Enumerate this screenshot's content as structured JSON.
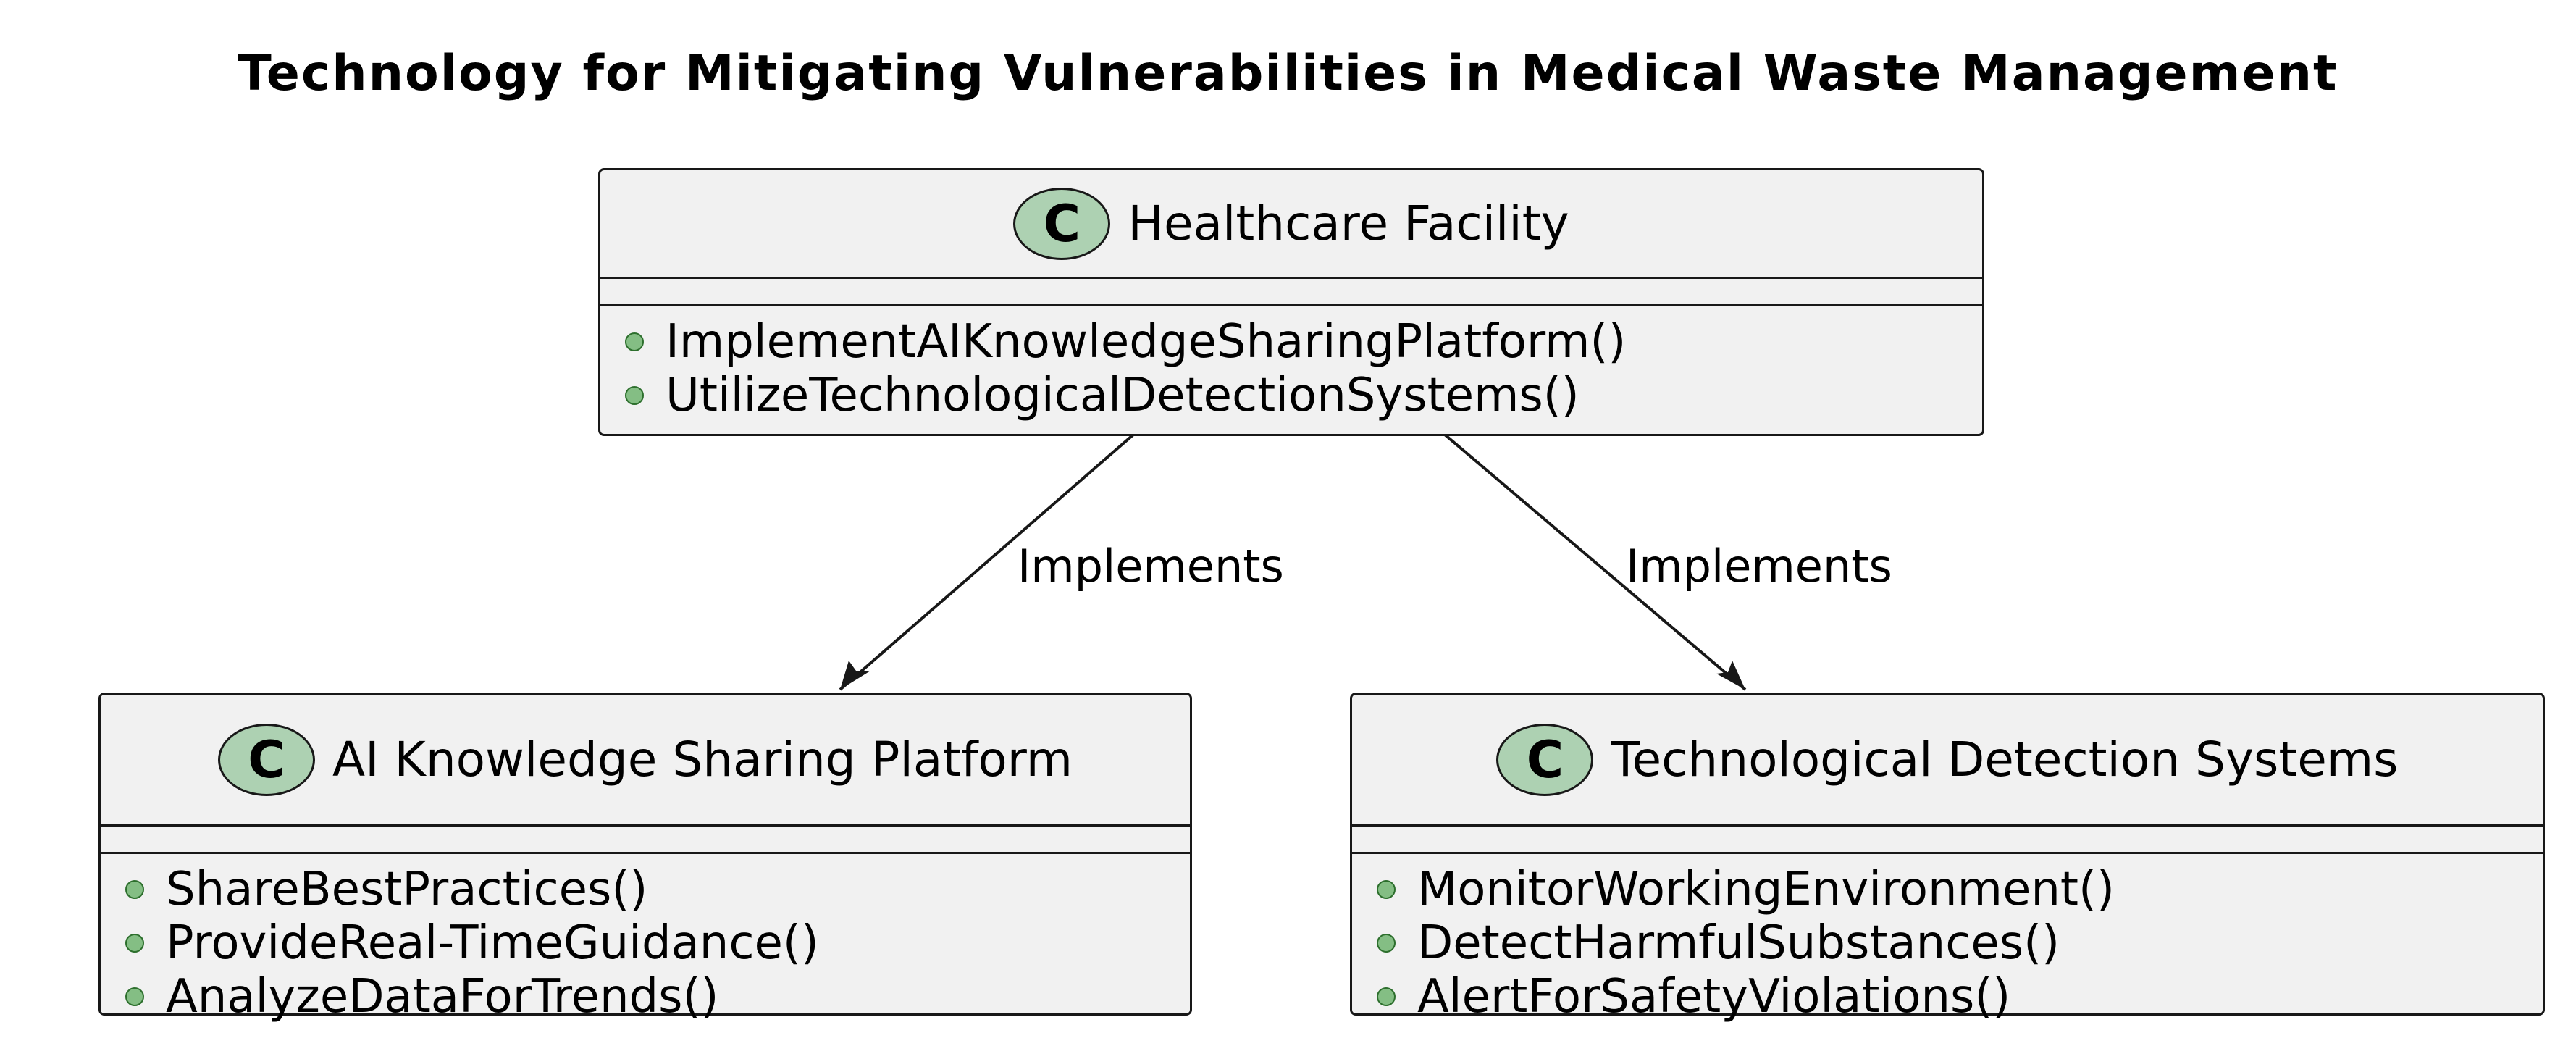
{
  "title": "Technology for Mitigating Vulnerabilities in Medical Waste Management",
  "classes": {
    "healthcare": {
      "stereotype_letter": "C",
      "name": "Healthcare Facility",
      "methods": [
        "ImplementAIKnowledgeSharingPlatform()",
        "UtilizeTechnologicalDetectionSystems()"
      ]
    },
    "ai_platform": {
      "stereotype_letter": "C",
      "name": "AI Knowledge Sharing Platform",
      "methods": [
        "ShareBestPractices()",
        "ProvideReal-TimeGuidance()",
        "AnalyzeDataForTrends()"
      ]
    },
    "detection": {
      "stereotype_letter": "C",
      "name": "Technological Detection Systems",
      "methods": [
        "MonitorWorkingEnvironment()",
        "DetectHarmfulSubstances()",
        "AlertForSafetyViolations()"
      ]
    }
  },
  "relations": [
    {
      "from": "Healthcare Facility",
      "to": "AI Knowledge Sharing Platform",
      "label": "Implements"
    },
    {
      "from": "Healthcare Facility",
      "to": "Technological Detection Systems",
      "label": "Implements"
    }
  ]
}
